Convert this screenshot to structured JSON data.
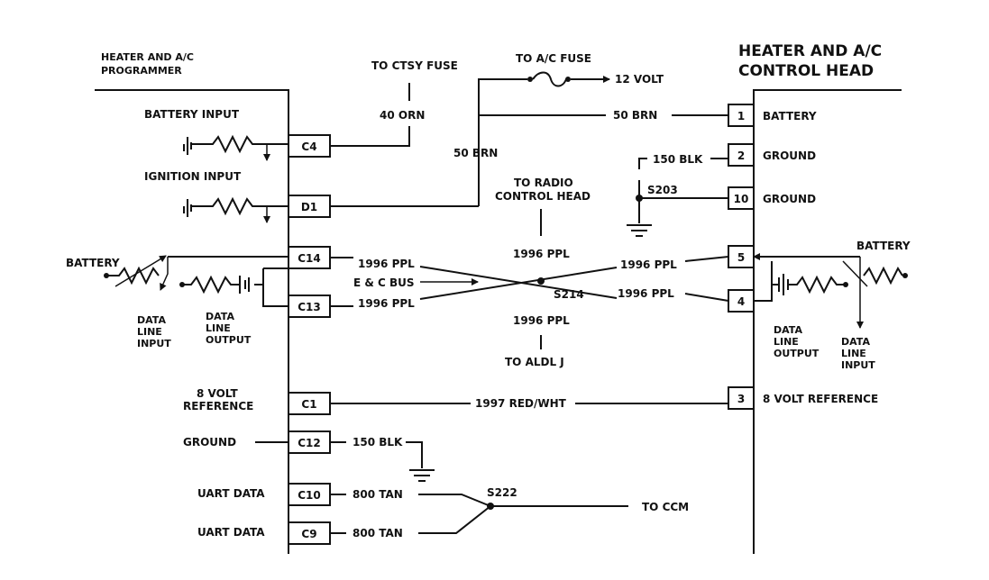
{
  "programmer": {
    "title_line1": "HEATER AND A/C",
    "title_line2": "PROGRAMMER",
    "inputs": {
      "battery_input": "BATTERY INPUT",
      "ignition_input": "IGNITION INPUT",
      "battery": "BATTERY",
      "data_line_input": [
        "DATA",
        "LINE",
        "INPUT"
      ],
      "data_line_output": [
        "DATA",
        "LINE",
        "OUTPUT"
      ],
      "volt_ref": [
        "8 VOLT",
        "REFERENCE"
      ],
      "ground": "GROUND",
      "uart1": "UART DATA",
      "uart2": "UART DATA"
    },
    "pins": {
      "c4": "C4",
      "d1": "D1",
      "c14": "C14",
      "c13": "C13",
      "c1": "C1",
      "c12": "C12",
      "c10": "C10",
      "c9": "C9"
    }
  },
  "control_head": {
    "title_line1": "HEATER AND A/C",
    "title_line2": "CONTROL HEAD",
    "labels": {
      "battery": "BATTERY",
      "ground1": "GROUND",
      "ground2": "GROUND",
      "volt_ref": "8 VOLT REFERENCE",
      "battery_right": "BATTERY",
      "data_line_output": [
        "DATA",
        "LINE",
        "OUTPUT"
      ],
      "data_line_input": [
        "DATA",
        "LINE",
        "INPUT"
      ]
    },
    "pins": {
      "p1": "1",
      "p2": "2",
      "p10": "10",
      "p5": "5",
      "p4": "4",
      "p3": "3"
    }
  },
  "wires": {
    "to_ctsy_fuse": "TO CTSY FUSE",
    "orn_40": "40 ORN",
    "to_ac_fuse": "TO A/C FUSE",
    "volt_12": "12 VOLT",
    "brn_50_top": "50 BRN",
    "brn_50_vert": "50 BRN",
    "blk_150_top": "150 BLK",
    "s203": "S203",
    "to_radio": [
      "TO RADIO",
      "CONTROL HEAD"
    ],
    "ppl_c14": "1996 PPL",
    "ppl_c13": "1996 PPL",
    "ppl_top": "1996 PPL",
    "ppl_bottom": "1996 PPL",
    "ppl_5": "1996 PPL",
    "ppl_4": "1996 PPL",
    "ec_bus": "E & C BUS",
    "s214": "S214",
    "to_aldl": "TO ALDL J",
    "red_wht": "1997 RED/WHT",
    "blk_150_bottom": "150 BLK",
    "tan_c10": "800 TAN",
    "tan_c9": "800 TAN",
    "s222": "S222",
    "to_ccm": "TO CCM"
  }
}
